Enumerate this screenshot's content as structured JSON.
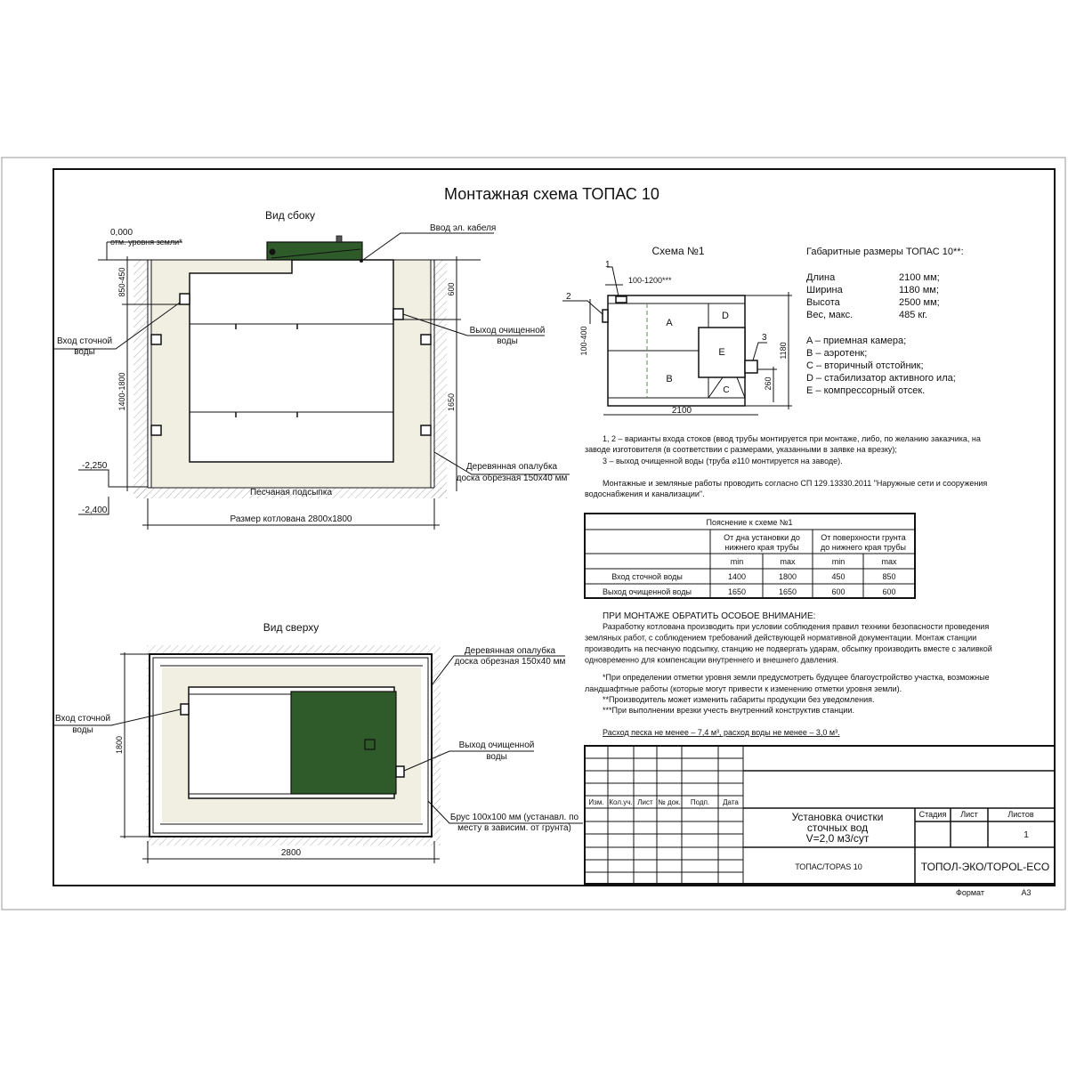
{
  "title": "Монтажная схема ТОПАС 10",
  "side_view": {
    "title": "Вид сбоку",
    "ground_level": "0,000",
    "ground_level_note": "отм. уровня земли*",
    "cable_entry": "Ввод эл. кабеля",
    "inlet_label_1": "Вход сточной",
    "inlet_label_2": "воды",
    "outlet_label_1": "Выход очищенной",
    "outlet_label_2": "воды",
    "formwork_label_1": "Деревянная опалубка",
    "formwork_label_2": "доска обрезная 150х40 мм",
    "dim_top_left": "850-450",
    "dim_mid_left": "1400-1800",
    "dim_top_right": "600",
    "dim_mid_right": "1650",
    "level_1": "-2,250",
    "level_2": "-2,400",
    "sand_bed": "Песчаная подсыпка",
    "pit_size": "Размер котлована 2800х1800"
  },
  "top_view": {
    "title": "Вид сверху",
    "inlet_label_1": "Вход сточной",
    "inlet_label_2": "воды",
    "outlet_label_1": "Выход очищенной",
    "outlet_label_2": "воды",
    "formwork_label_1": "Деревянная опалубка",
    "formwork_label_2": "доска обрезная 150х40 мм",
    "beam_label_1": "Брус 100х100 мм (устанавл. по",
    "beam_label_2": "месту в зависим. от грунта)",
    "dim_width": "2800",
    "dim_height": "1800"
  },
  "scheme": {
    "title": "Схема №1",
    "mark_1": "1",
    "mark_2": "2",
    "mark_3": "3",
    "dim_entry": "100-1200***",
    "dim_side": "100-400",
    "dim_length": "2100",
    "dim_width": "1180",
    "dim_outlet": "260",
    "zone_a": "A",
    "zone_b": "B",
    "zone_c": "C",
    "zone_d": "D",
    "zone_e": "E"
  },
  "dimensions": {
    "title": "Габаритные размеры ТОПАС 10**:",
    "rows": [
      {
        "label": "Длина",
        "value": "2100 мм;"
      },
      {
        "label": "Ширина",
        "value": "1180 мм;"
      },
      {
        "label": "Высота",
        "value": "2500 мм;"
      },
      {
        "label": "Вес, макс.",
        "value": "485 кг."
      }
    ],
    "legend": [
      "A – приемная камера;",
      "B – аэротенк;",
      "C – вторичный отстойник;",
      "D – стабилизатор активного ила;",
      "E – компрессорный отсек."
    ]
  },
  "notes": {
    "n1_line1": "1, 2 – варианты входа  стоков (ввод трубы монтируется при монтаже, либо, по желанию заказчика, на",
    "n1_line2": "заводе изготовителя (в соответствии с размерами, указанными в заявке на врезку);",
    "n3": "3 – выход очищенной воды (труба ⌀110 монтируется на заводе).",
    "works_line1": "Монтажные и земляные работы проводить согласно СП 129.13330.2011 \"Наружные сети и сооружения",
    "works_line2": "водоснабжения и канализации\".",
    "attention_title": "ПРИ МОНТАЖЕ ОБРАТИТЬ ОСОБОЕ ВНИМАНИЕ:",
    "attention_lines": [
      "Разработку котлована производить при условии соблюдения правил техники безопасности проведения",
      "земляных работ, с соблюдением требований действующей нормативной документации. Монтаж станции",
      "производить на песчаную подсыпку, станцию не подвергать ударам, обсыпку производить вместе с заливкой",
      "одновременно для компенсации внутреннего и внешнего давления."
    ],
    "footnote_1_line1": "*При определении отметки уровня земли предусмотреть будущее благоустройство участка, возможные",
    "footnote_1_line2": "ландшафтные работы (которые могут привести к изменению отметки уровня земли).",
    "footnote_2": "**Производитель может изменить габариты продукции без уведомления.",
    "footnote_3": "***При выполнении врезки учесть внутренний конструктив станции.",
    "consumption": "Расход песка не менее – 7,4 м³, расход воды не менее – 3,0 м³."
  },
  "table": {
    "title": "Пояснение к схеме №1",
    "group_1_l1": "От дна установки до",
    "group_1_l2": "нижнего края трубы",
    "group_2_l1": "От поверхности грунта",
    "group_2_l2": "до нижнего края трубы",
    "min": "min",
    "max": "max",
    "rows": [
      {
        "label": "Вход сточной воды",
        "v": [
          "1400",
          "1800",
          "450",
          "850"
        ]
      },
      {
        "label": "Выход очищенной воды",
        "v": [
          "1650",
          "1650",
          "600",
          "600"
        ]
      }
    ]
  },
  "title_block": {
    "cols": [
      "Изм.",
      "Кол.уч.",
      "Лист",
      "№ док.",
      "Подп.",
      "Дата"
    ],
    "name_l1": "Установка очистки",
    "name_l2": "сточных вод",
    "name_l3": "V=2,0 м3/сут",
    "stage": "Стадия",
    "sheet": "Лист",
    "sheets": "Листов",
    "sheets_value": "1",
    "product": "ТОПАС/TOPAS 10",
    "company": "ТОПОЛ-ЭКО/TOPOL-ECO",
    "format_label": "Формат",
    "format_value": "А3"
  },
  "colors": {
    "tank_green": "#2f5a2a",
    "sand": "#f1efe2",
    "line": "#111111"
  }
}
